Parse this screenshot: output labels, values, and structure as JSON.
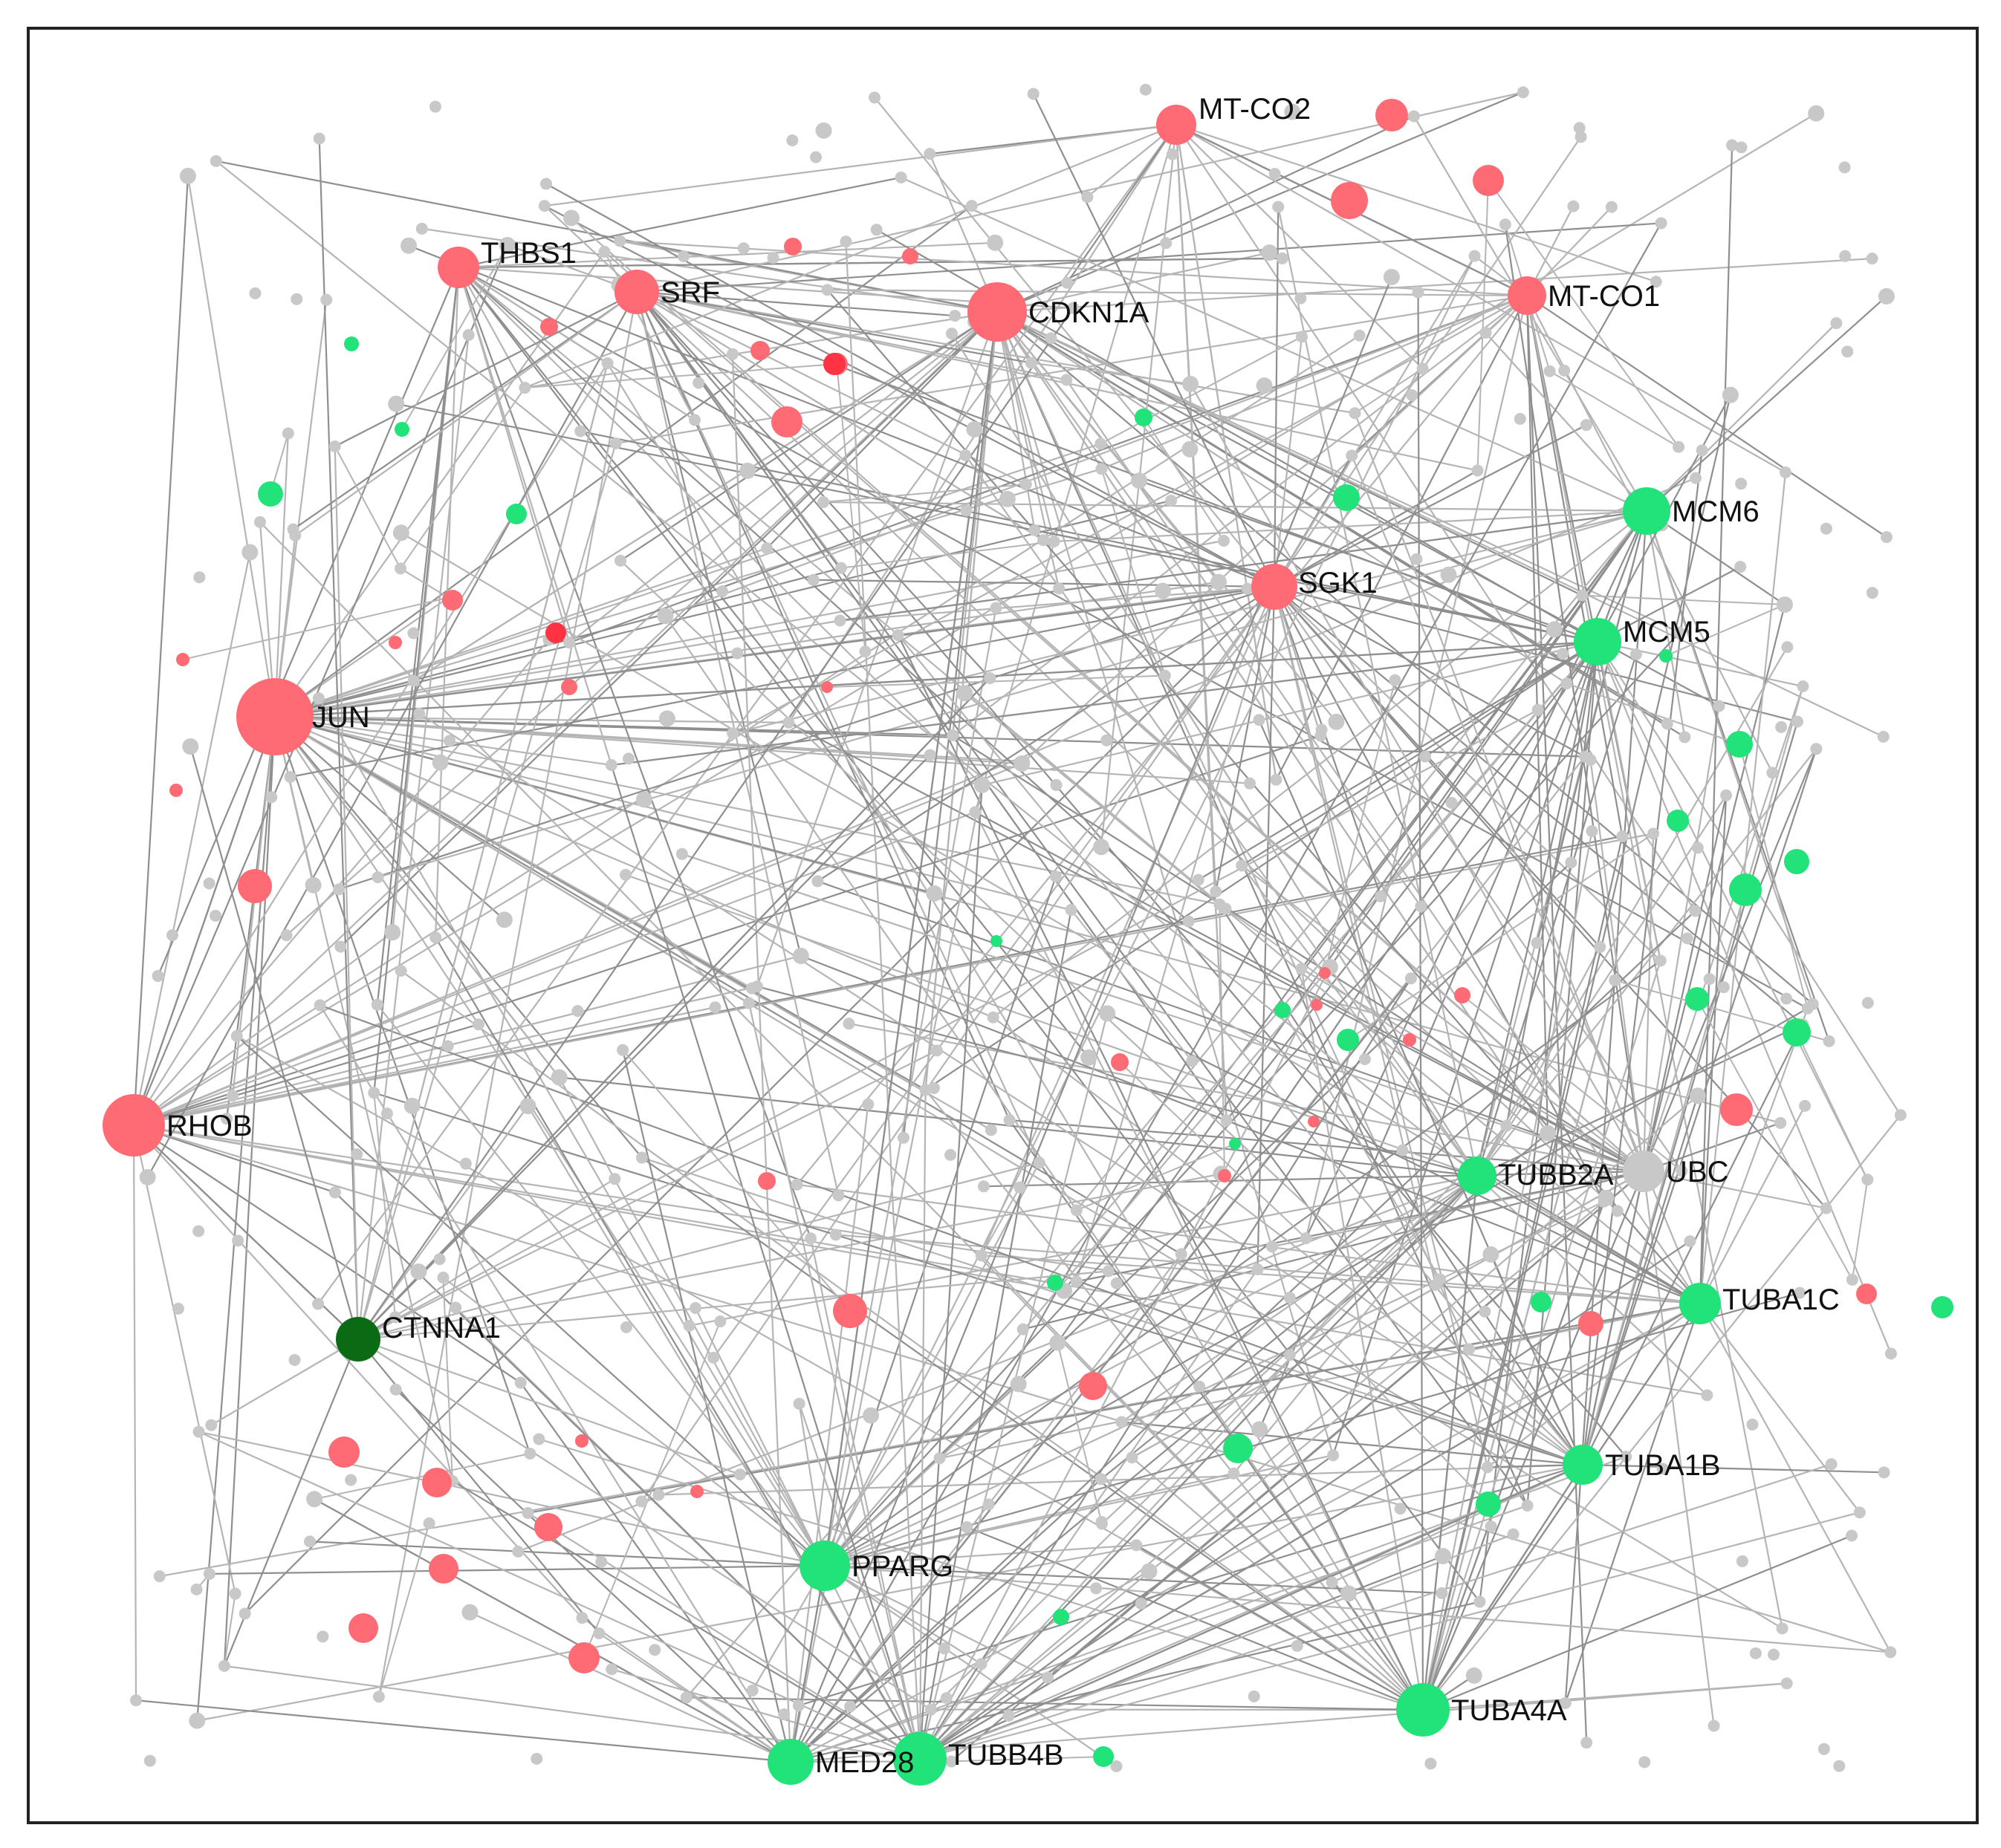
{
  "colors": {
    "up": "#ff6b74",
    "up_strong": "#ff3344",
    "down": "#22e27a",
    "down_strong": "#0a6b14",
    "neutral": "#c8c8c8",
    "edge": "#b5b5b5",
    "edge_dark": "#8f8f8f",
    "frame": "#222222"
  },
  "hub_nodes": [
    {
      "id": "JUN",
      "label": "JUN",
      "group": "up"
    },
    {
      "id": "RHOB",
      "label": "RHOB",
      "group": "up"
    },
    {
      "id": "CDKN1A",
      "label": "CDKN1A",
      "group": "up"
    },
    {
      "id": "THBS1",
      "label": "THBS1",
      "group": "up"
    },
    {
      "id": "SRF",
      "label": "SRF",
      "group": "up"
    },
    {
      "id": "MT-CO2",
      "label": "MT-CO2",
      "group": "up"
    },
    {
      "id": "MT-CO1",
      "label": "MT-CO1",
      "group": "up"
    },
    {
      "id": "SGK1",
      "label": "SGK1",
      "group": "up"
    },
    {
      "id": "MCM6",
      "label": "MCM6",
      "group": "down"
    },
    {
      "id": "MCM5",
      "label": "MCM5",
      "group": "down"
    },
    {
      "id": "UBC",
      "label": "UBC",
      "group": "neutral"
    },
    {
      "id": "TUBB2A",
      "label": "TUBB2A",
      "group": "down"
    },
    {
      "id": "TUBA1C",
      "label": "TUBA1C",
      "group": "down"
    },
    {
      "id": "TUBA1B",
      "label": "TUBA1B",
      "group": "down"
    },
    {
      "id": "TUBA4A",
      "label": "TUBA4A",
      "group": "down"
    },
    {
      "id": "PPARG",
      "label": "PPARG",
      "group": "down"
    },
    {
      "id": "MED28",
      "label": "MED28",
      "group": "down"
    },
    {
      "id": "TUBB4B",
      "label": "TUBB4B",
      "group": "down"
    },
    {
      "id": "CTNNA1",
      "label": "CTNNA1",
      "group": "down_strong"
    }
  ]
}
